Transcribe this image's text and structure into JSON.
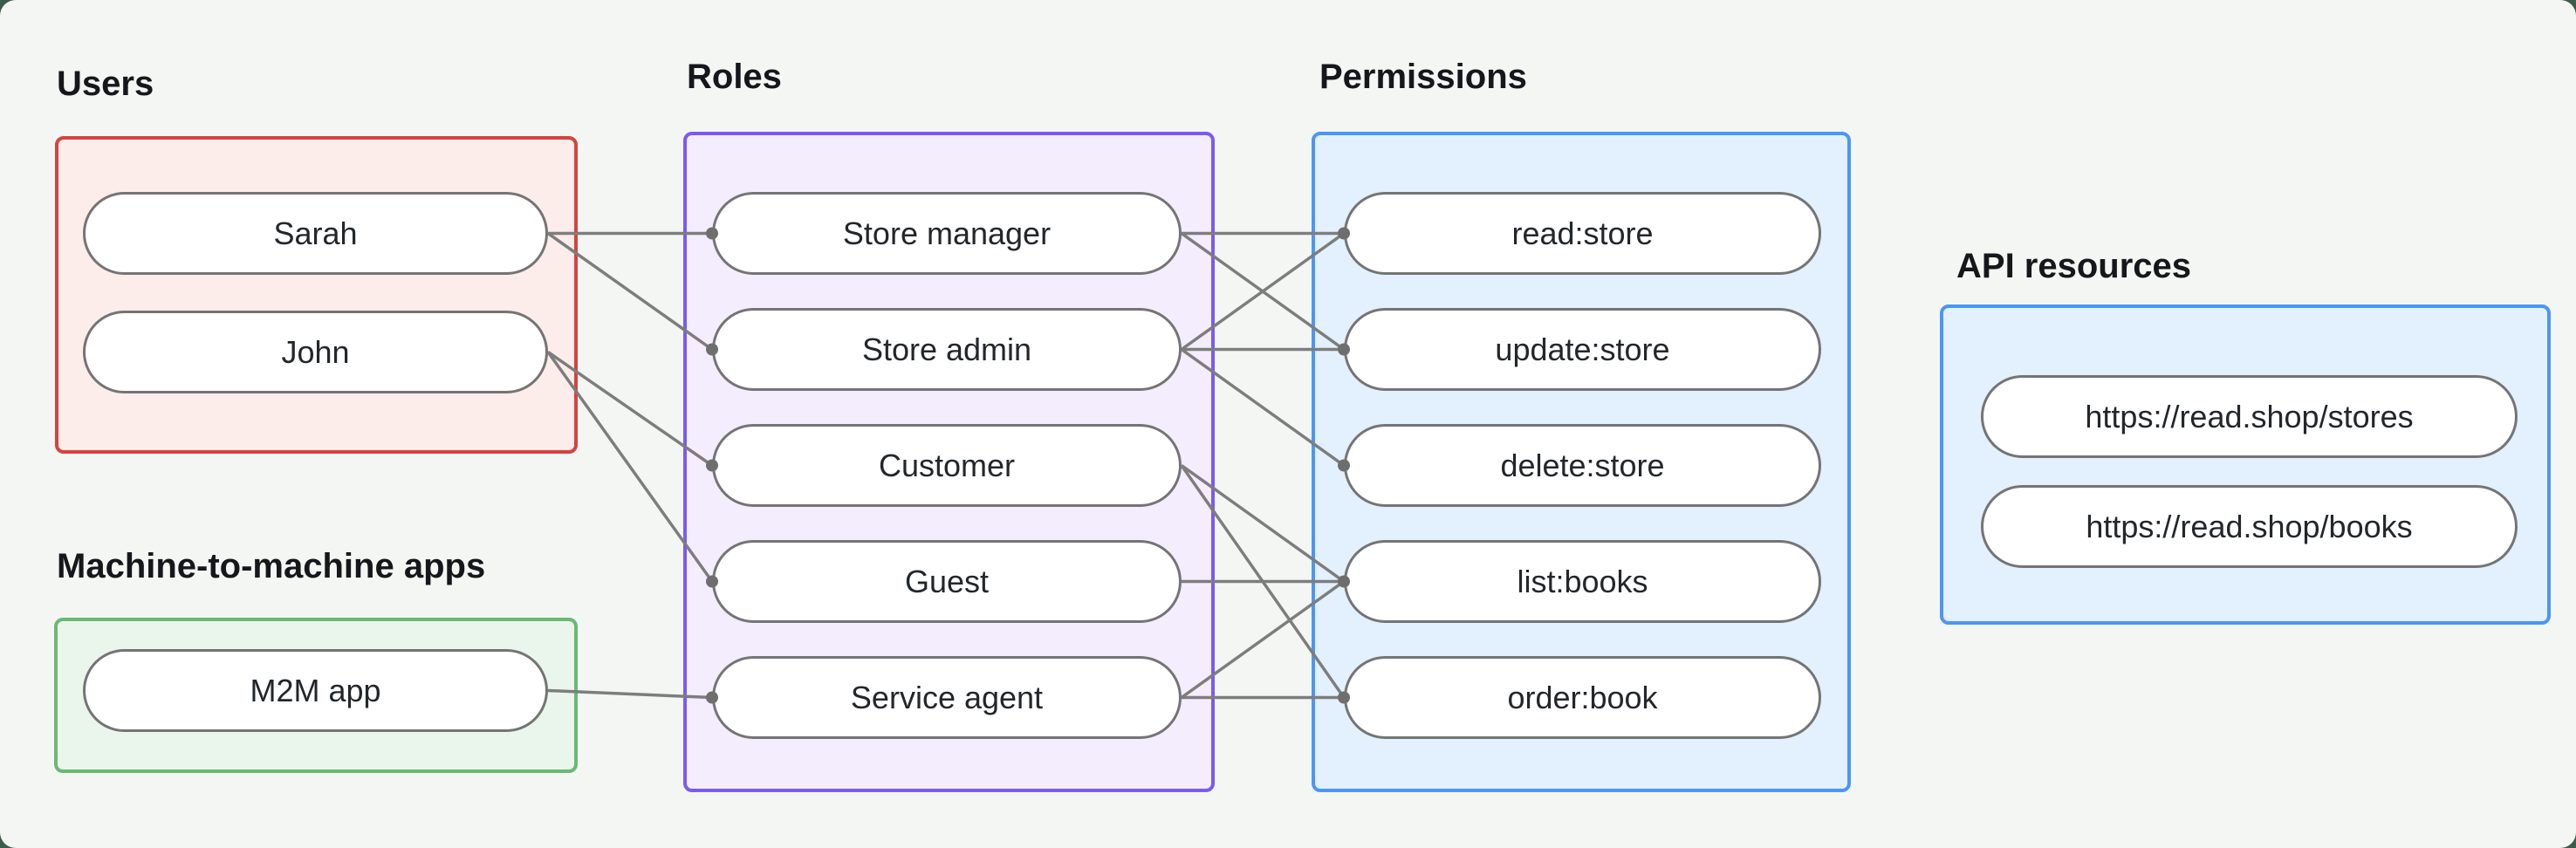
{
  "diagram": {
    "groups": {
      "users": {
        "label": "Users",
        "nodes": [
          {
            "id": "sarah",
            "label": "Sarah"
          },
          {
            "id": "john",
            "label": "John"
          }
        ]
      },
      "m2m": {
        "label": "Machine-to-machine apps",
        "nodes": [
          {
            "id": "m2m-app",
            "label": "M2M app"
          }
        ]
      },
      "roles": {
        "label": "Roles",
        "nodes": [
          {
            "id": "store-manager",
            "label": "Store manager"
          },
          {
            "id": "store-admin",
            "label": "Store admin"
          },
          {
            "id": "customer",
            "label": "Customer"
          },
          {
            "id": "guest",
            "label": "Guest"
          },
          {
            "id": "service-agent",
            "label": "Service agent"
          }
        ]
      },
      "permissions": {
        "label": "Permissions",
        "nodes": [
          {
            "id": "read-store",
            "label": "read:store"
          },
          {
            "id": "update-store",
            "label": "update:store"
          },
          {
            "id": "delete-store",
            "label": "delete:store"
          },
          {
            "id": "list-books",
            "label": "list:books"
          },
          {
            "id": "order-book",
            "label": "order:book"
          }
        ]
      },
      "api": {
        "label": "API resources",
        "nodes": [
          {
            "id": "stores-api",
            "label": "https://read.shop/stores"
          },
          {
            "id": "books-api",
            "label": "https://read.shop/books"
          }
        ]
      }
    },
    "edges": [
      {
        "from": "sarah",
        "to": "store-manager"
      },
      {
        "from": "sarah",
        "to": "store-admin"
      },
      {
        "from": "john",
        "to": "customer"
      },
      {
        "from": "john",
        "to": "guest"
      },
      {
        "from": "m2m-app",
        "to": "service-agent"
      },
      {
        "from": "store-manager",
        "to": "read-store"
      },
      {
        "from": "store-manager",
        "to": "update-store"
      },
      {
        "from": "store-admin",
        "to": "read-store"
      },
      {
        "from": "store-admin",
        "to": "update-store"
      },
      {
        "from": "store-admin",
        "to": "delete-store"
      },
      {
        "from": "customer",
        "to": "list-books"
      },
      {
        "from": "customer",
        "to": "order-book"
      },
      {
        "from": "guest",
        "to": "list-books"
      },
      {
        "from": "service-agent",
        "to": "list-books"
      },
      {
        "from": "service-agent",
        "to": "order-book"
      }
    ],
    "colors": {
      "page_background": "#3b5c4a",
      "panel_background": "#f4f6f4",
      "users_border": "#d5433e",
      "users_fill": "#fcecea",
      "m2m_border": "#68ba74",
      "m2m_fill": "#eaf6eb",
      "roles_border": "#7a5af5",
      "roles_fill": "#f3edfd",
      "permissions_border": "#4b96f6",
      "permissions_fill": "#e3f0fd",
      "api_border": "#4b96f6",
      "api_fill": "#e3f0fd",
      "node_fill": "#ffffff",
      "node_border": "#747474",
      "node_text": "#23272b",
      "label_text": "#15181b",
      "edge_line": "#7d7d7d",
      "edge_dot": "#6e6e6e"
    }
  }
}
